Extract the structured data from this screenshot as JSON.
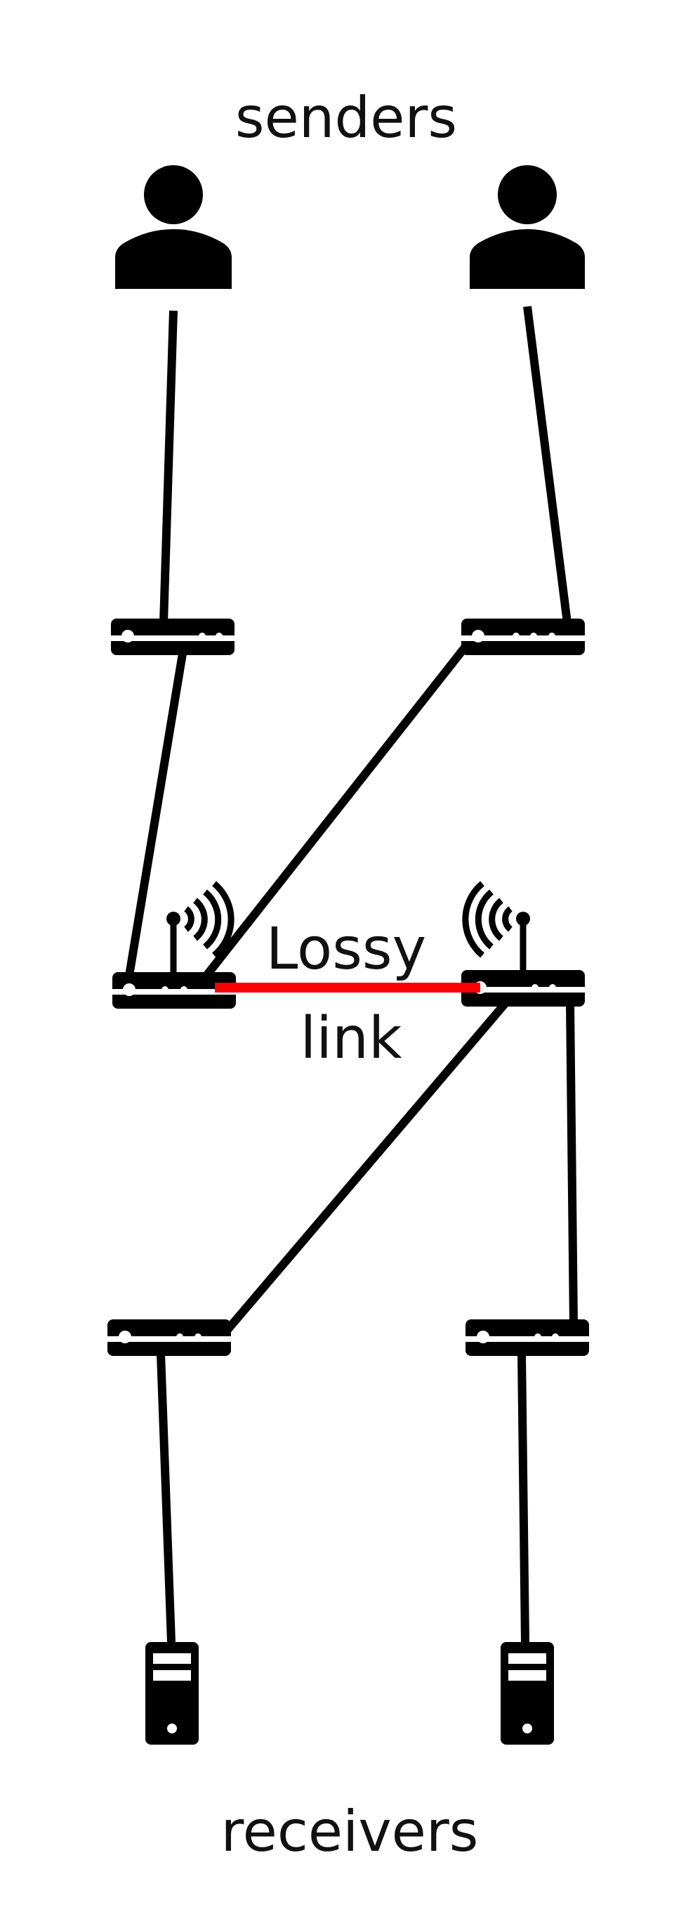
{
  "labels": {
    "senders": "senders",
    "receivers": "receivers",
    "lossy_line1": "Lossy",
    "lossy_line2": "link"
  },
  "colors": {
    "ink": "#000000",
    "lossy": "#ff0000"
  }
}
